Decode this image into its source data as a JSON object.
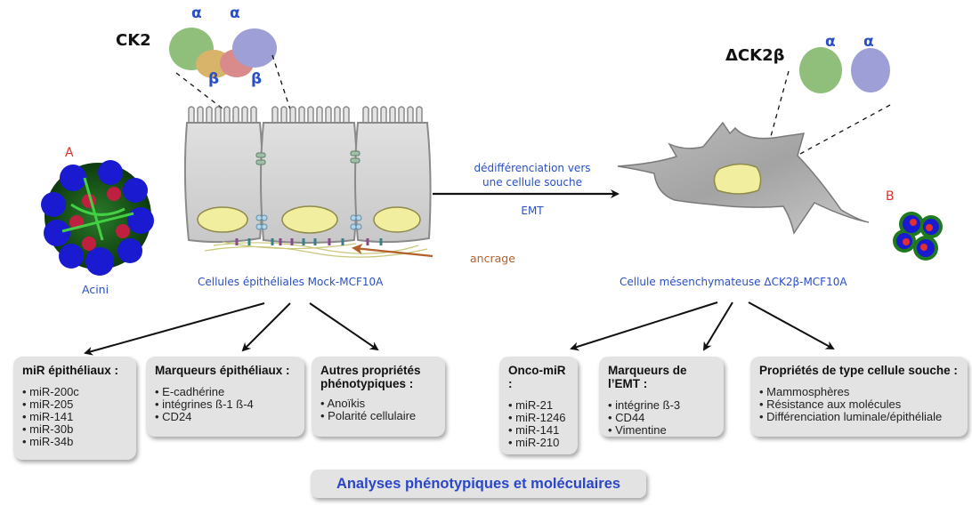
{
  "top_left": {
    "complex_label": "CK2",
    "subunits": {
      "alpha_1": "α",
      "alpha_2": "α",
      "beta_1": "β",
      "beta_2": "β"
    }
  },
  "top_right": {
    "complex_label": "ΔCK2β",
    "subunits": {
      "alpha_1": "α",
      "alpha_2": "α"
    }
  },
  "panel_a": {
    "letter": "A",
    "caption": "Acini"
  },
  "panel_b": {
    "letter": "B"
  },
  "epithelial": {
    "caption": "Cellules épithéliales Mock-MCF10A",
    "anchor_label": "ancrage"
  },
  "mesenchymal": {
    "caption": "Cellule mésenchymateuse ΔCK2β-MCF10A"
  },
  "transition": {
    "label_line1": "dédifférenciation vers",
    "label_line2": "une cellule souche",
    "label_below": "EMT"
  },
  "boxes": [
    {
      "title": "miR épithéliaux :",
      "items": [
        "miR-200c",
        "miR-205",
        "miR-141",
        "miR-30b",
        "miR-34b"
      ]
    },
    {
      "title": "Marqueurs épithéliaux :",
      "items": [
        "E-cadhérine",
        "intégrines ß-1 ß-4",
        "CD24"
      ]
    },
    {
      "title": "Autres propriétés phénotypiques :",
      "items": [
        "Anoïkis",
        "Polarité cellulaire"
      ]
    },
    {
      "title": "Onco-miR :",
      "items": [
        "miR-21",
        "miR-1246",
        "miR-141",
        "miR-210"
      ]
    },
    {
      "title": "Marqueurs de l’EMT :",
      "items": [
        "intégrine ß-3",
        "CD44",
        "Vimentine"
      ]
    },
    {
      "title": "Propriétés de type cellule souche :",
      "items": [
        "Mammosphères",
        "Résistance aux molécules",
        "Différenciation luminale/épithéliale"
      ]
    }
  ],
  "footer": {
    "label": "Analyses phénotypiques et moléculaires"
  },
  "colors": {
    "blue_text": "#2a4fc4",
    "red_letter": "#d9332b",
    "anchor_brown": "#b3602a",
    "box_fill": "#e3e3e3",
    "nucleus_yellow": "#f2eea0",
    "cell_gray": "#cfcfcf"
  }
}
